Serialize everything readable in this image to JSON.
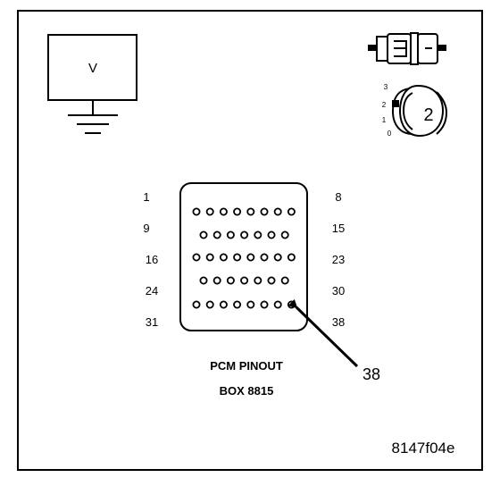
{
  "voltmeter": {
    "label": "V",
    "icon": "ground-symbol"
  },
  "key_switch": {
    "positions": [
      "3",
      "2",
      "1",
      "0"
    ],
    "selected": "2",
    "icons": [
      "connector-icon",
      "ignition-key-icon"
    ]
  },
  "pinout": {
    "rows": [
      {
        "left": "1",
        "right": "8",
        "pins": 8
      },
      {
        "left": "9",
        "right": "15",
        "pins": 7
      },
      {
        "left": "16",
        "right": "23",
        "pins": 8
      },
      {
        "left": "24",
        "right": "30",
        "pins": 7
      },
      {
        "left": "31",
        "right": "38",
        "pins": 8
      }
    ],
    "callout": "38",
    "title": "PCM PINOUT",
    "subtitle": "BOX 8815"
  },
  "figure_id": "8147f04e"
}
